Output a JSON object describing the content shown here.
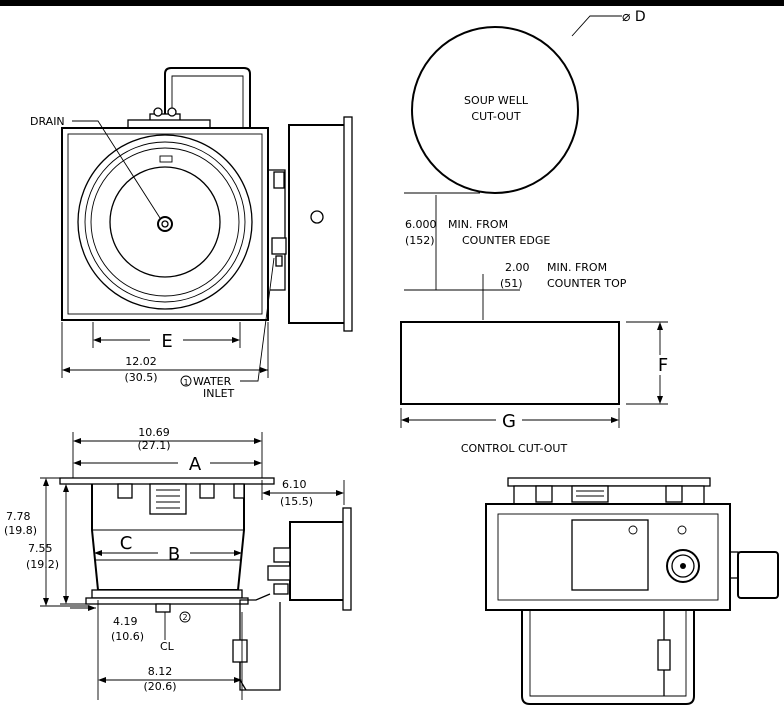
{
  "labels": {
    "drain": "DRAIN",
    "dim_e": "E",
    "width_in": "12.02",
    "width_cm": "(30.5)",
    "water_num": "1",
    "water_line1": "WATER",
    "water_line2": "INLET",
    "dia_d": "⌀ D",
    "soup_well_line1": "SOUP WELL",
    "soup_well_line2": "CUT-OUT",
    "edge_in": "6.000",
    "edge_text": "MIN. FROM",
    "edge_cm": "(152)",
    "edge_text2": "COUNTER EDGE",
    "top_in": "2.00",
    "top_text": "MIN. FROM",
    "top_cm": "(51)",
    "top_text2": "COUNTER TOP",
    "dim_f": "F",
    "dim_g": "G",
    "control_cutout": "CONTROL CUT-OUT",
    "flange_in": "10.69",
    "flange_cm": "(27.1)",
    "dim_a": "A",
    "h1_in": "7.78",
    "h1_cm": "(19.8)",
    "h2_in": "7.55",
    "h2_cm": "(19.2)",
    "dim_c": "C",
    "dim_b": "B",
    "box_in": "6.10",
    "box_cm": "(15.5)",
    "drain_in": "4.19",
    "drain_cm": "(10.6)",
    "drain_num": "2",
    "cl": "CL",
    "off_in": "8.12",
    "off_cm": "(20.6)"
  }
}
